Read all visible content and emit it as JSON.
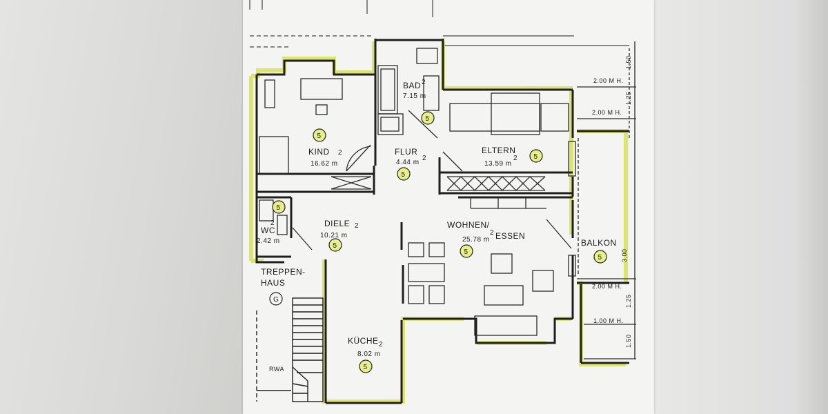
{
  "rooms": {
    "kind": {
      "name": "KIND",
      "sup": "2",
      "area": "16.62 m",
      "marker": "5"
    },
    "bad": {
      "name": "BAD",
      "sup": "2",
      "area": "7.15 m",
      "marker": "5"
    },
    "flur": {
      "name": "FLUR",
      "area": "4.44 m",
      "sup": "2",
      "marker": "5"
    },
    "eltern": {
      "name": "ELTERN",
      "area": "13.59 m",
      "sup": "2",
      "marker": "5"
    },
    "wc": {
      "name": "WC",
      "sup": "2",
      "area": "2.42 m",
      "marker": "5"
    },
    "diele": {
      "name": "DIELE",
      "sup": "2",
      "area": "10.21 m",
      "marker": "5"
    },
    "wohnen": {
      "name": "WOHNEN/",
      "name2": "ESSEN",
      "area": "25.78 m",
      "sup": "2",
      "marker": "5"
    },
    "balkon": {
      "name": "BALKON",
      "marker": "5"
    },
    "treppenhaus": {
      "name": "TREPPEN-",
      "name2": "HAUS",
      "marker": "G"
    },
    "kueche": {
      "name": "KÜCHE",
      "sup": "2",
      "area": "8.02 m",
      "marker": "5"
    }
  },
  "dimensions": {
    "d1": "1.50",
    "d2": "1.25",
    "d3": "2.00 M H.",
    "d4": "2.00 M H.",
    "d5": "3.00",
    "d6": "2.00 M H.",
    "d7": "1.25",
    "d8": "1.00 M H.",
    "d9": "1.50",
    "rwa": "RWA"
  },
  "colors": {
    "wall": "#1f1f1f",
    "highlight": "#d8e25a",
    "paper": "#f4f4f2"
  }
}
